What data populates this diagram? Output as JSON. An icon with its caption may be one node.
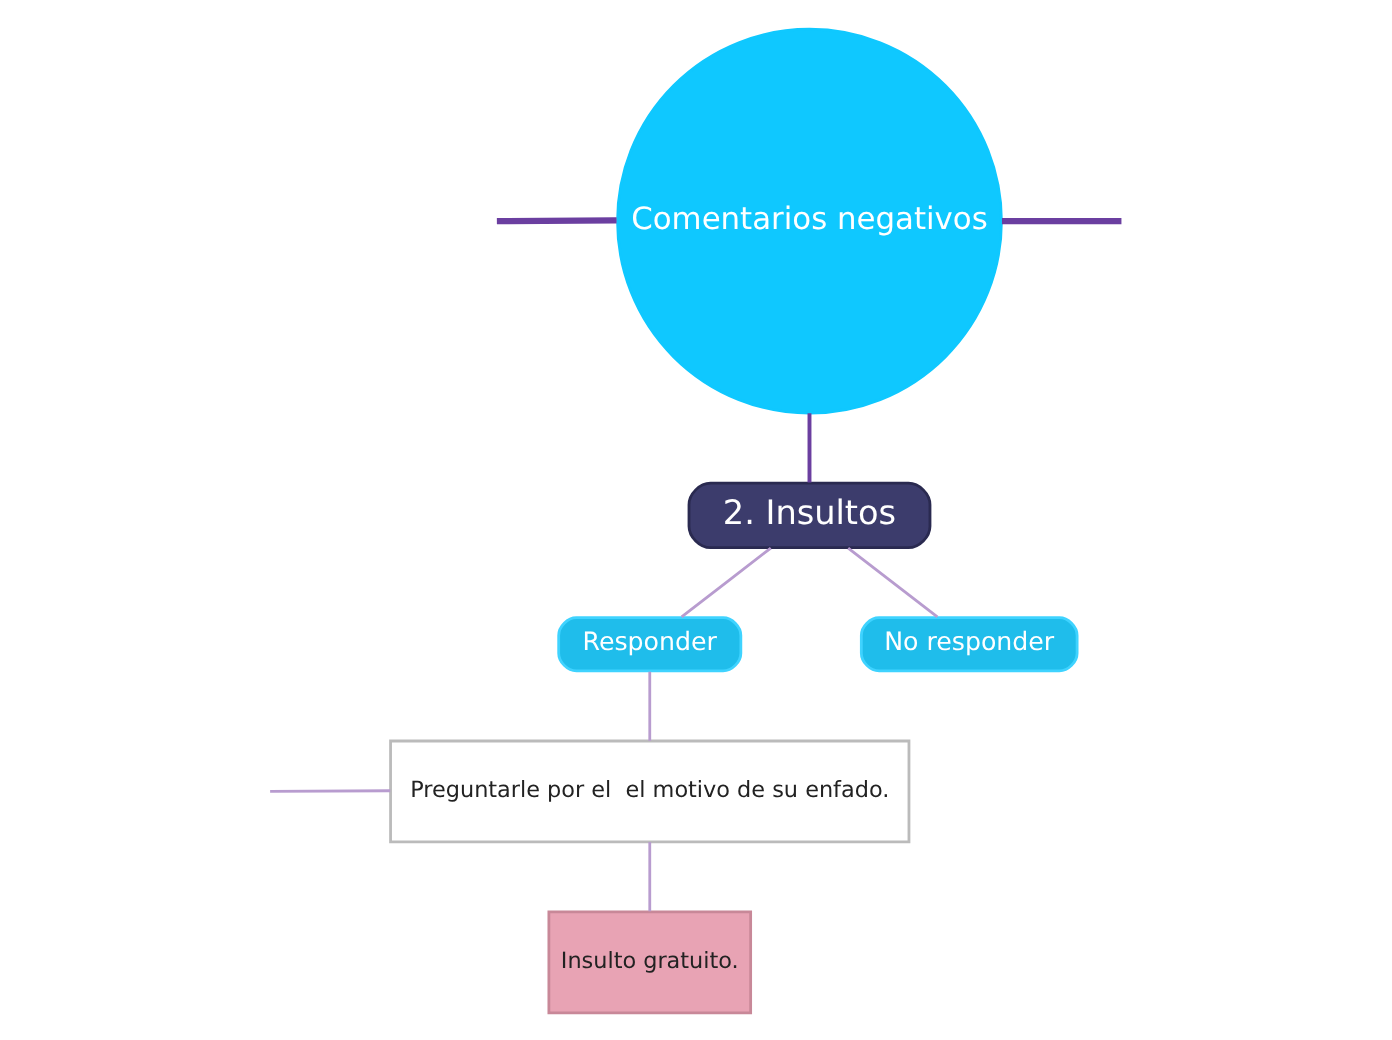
{
  "diagram": {
    "nodes": [
      {
        "text": [
          "Comentarios negativos"
        ]
      },
      {
        "text": [
          "2. Insultos"
        ]
      },
      {
        "text": [
          "Responder"
        ]
      },
      {
        "text": [
          "No responder"
        ]
      },
      {
        "text": [
          "Preguntarle por el  el motivo de su enfado."
        ]
      },
      {
        "text": [
          "Insulto gratuito."
        ]
      }
    ],
    "edges": [
      {
        "from": 0,
        "to": null,
        "arrow": "none",
        "style": "thick",
        "color": "#6b3fa0"
      },
      {
        "from": 0,
        "to": null,
        "arrow": "none",
        "style": "thick",
        "color": "#6b3fa0"
      },
      {
        "from": 0,
        "to": 1,
        "arrow": "none",
        "color": "#6b3fa0"
      },
      {
        "from": 1,
        "to": 2,
        "arrow": "none"
      },
      {
        "from": 1,
        "to": 3,
        "arrow": "none"
      },
      {
        "from": 2,
        "to": 4,
        "arrow": "none"
      },
      {
        "from": 4,
        "to": null,
        "arrow": "none"
      },
      {
        "from": 4,
        "to": 5,
        "arrow": "none"
      }
    ]
  }
}
